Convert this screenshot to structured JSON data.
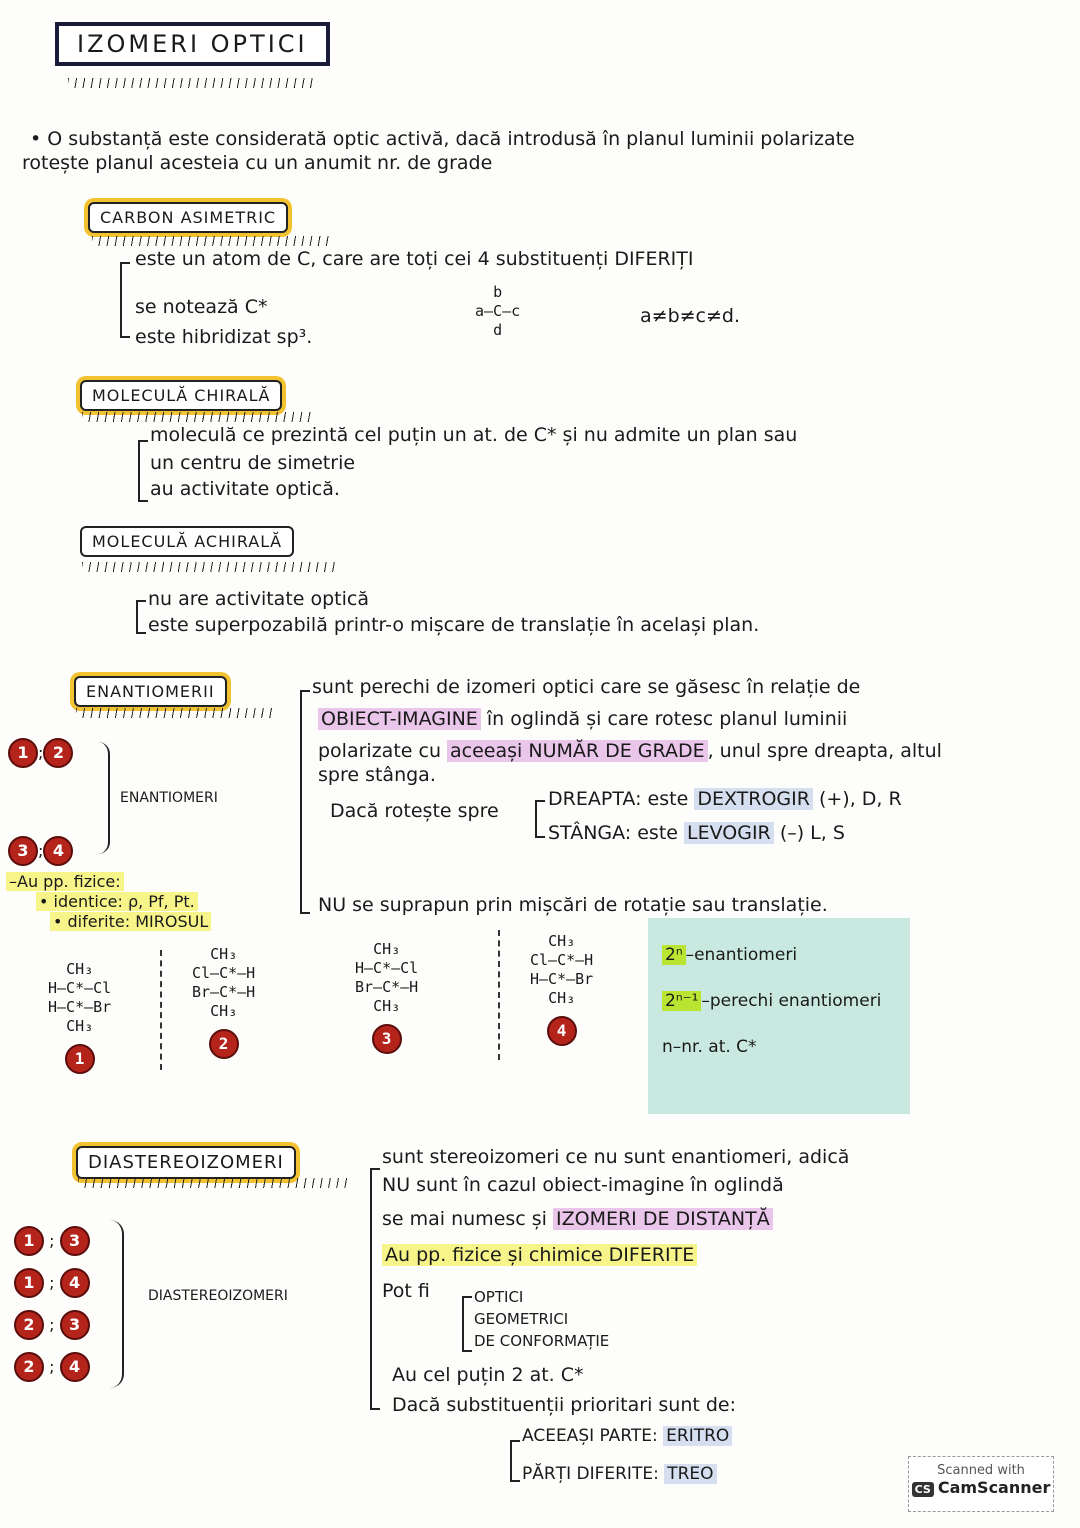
{
  "title": "IZOMERI OPTICI",
  "intro": [
    "• O substanță este considerată optic activă, dacă introdusă în planul luminii polarizate",
    "rotește planul acesteia cu un anumit nr. de grade"
  ],
  "carbon": {
    "heading": "CARBON ASIMETRIC",
    "items": [
      "este un atom de C, care are toți cei 4 substituenți DIFERIȚI",
      "se notează C*",
      "este hibridizat sp³."
    ],
    "formula": [
      "b",
      "a–C–c",
      "d"
    ],
    "condition": "a≠b≠c≠d."
  },
  "chiral": {
    "heading": "MOLECULĂ CHIRALĂ",
    "items": [
      "moleculă ce prezintă cel puțin un at. de C* și nu admite un plan sau",
      "un centru de simetrie",
      "au activitate optică."
    ]
  },
  "achiral": {
    "heading": "MOLECULĂ ACHIRALĂ",
    "items": [
      "nu are activitate optică",
      "este superpozabilă printr-o mișcare de translație în același plan."
    ]
  },
  "enantiomers": {
    "heading": "ENANTIOMERII",
    "def": [
      "sunt perechi de izomeri optici care se găsesc în relație de",
      "OBIECT-IMAGINE",
      "în oglindă și care rotesc planul luminii",
      "polarizate cu",
      "aceeași NUMĂR DE GRADE",
      ", unul spre dreapta, altul",
      "spre stânga."
    ],
    "rotates": "Dacă rotește spre",
    "right": {
      "dir": "DREAPTA: este",
      "name": "DEXTROGIR",
      "sign": "(+), D, R"
    },
    "left": {
      "dir": "STÂNGA: este",
      "name": "LEVOGIR",
      "sign": "(–) L, S"
    },
    "not": "NU se suprapun prin mișcări de rotație sau translație.",
    "pairs": [
      [
        "1",
        "2"
      ],
      [
        "3",
        "4"
      ]
    ],
    "pairs_label": "ENANTIOMERI",
    "props": [
      "–Au pp. fizice:",
      "• identice: ρ, Pf, Pt.",
      "• diferite: MIROSUL"
    ],
    "molecules": [
      {
        "n": "1",
        "lines": [
          "CH₃",
          "H–C*–Cl",
          "H–C*–Br",
          "CH₃"
        ]
      },
      {
        "n": "2",
        "lines": [
          "CH₃",
          "Cl–C*–H",
          "Br–C*–H",
          "CH₃"
        ]
      },
      {
        "n": "3",
        "lines": [
          "CH₃",
          "H–C*–Cl",
          "Br–C*–H",
          "CH₃"
        ]
      },
      {
        "n": "4",
        "lines": [
          "CH₃",
          "Cl–C*–H",
          "H–C*–Br",
          "CH₃"
        ]
      }
    ],
    "note": {
      "l1a": "2ⁿ",
      "l1b": "–enantiomeri",
      "l2a": "2ⁿ⁻¹",
      "l2b": "–perechi enantiomeri",
      "l3": "n–nr. at. C*"
    }
  },
  "diastereo": {
    "heading": "DIASTEREOIZOMERI",
    "items": [
      "sunt stereoizomeri ce nu sunt enantiomeri, adică",
      "NU sunt în cazul obiect-imagine în oglindă",
      "se mai numesc și",
      "IZOMERI DE DISTANȚĂ",
      "Au pp. fizice și chimice DIFERITE",
      "Pot fi",
      "Au cel puțin 2 at. C*",
      "Dacă substituenții prioritari sunt de:"
    ],
    "types": [
      "OPTICI",
      "GEOMETRICI",
      "DE CONFORMAȚIE"
    ],
    "same": {
      "label": "ACEEAȘI PARTE:",
      "name": "ERITRO"
    },
    "diff": {
      "label": "PĂRȚI DIFERITE:",
      "name": "TREO"
    },
    "pairs": [
      [
        "1",
        "3"
      ],
      [
        "1",
        "4"
      ],
      [
        "2",
        "3"
      ],
      [
        "2",
        "4"
      ]
    ],
    "pairs_label": "DIASTEREOIZOMERI"
  },
  "watermark": {
    "line1": "Scanned with",
    "brand": "CamScanner",
    "badge": "CS"
  }
}
